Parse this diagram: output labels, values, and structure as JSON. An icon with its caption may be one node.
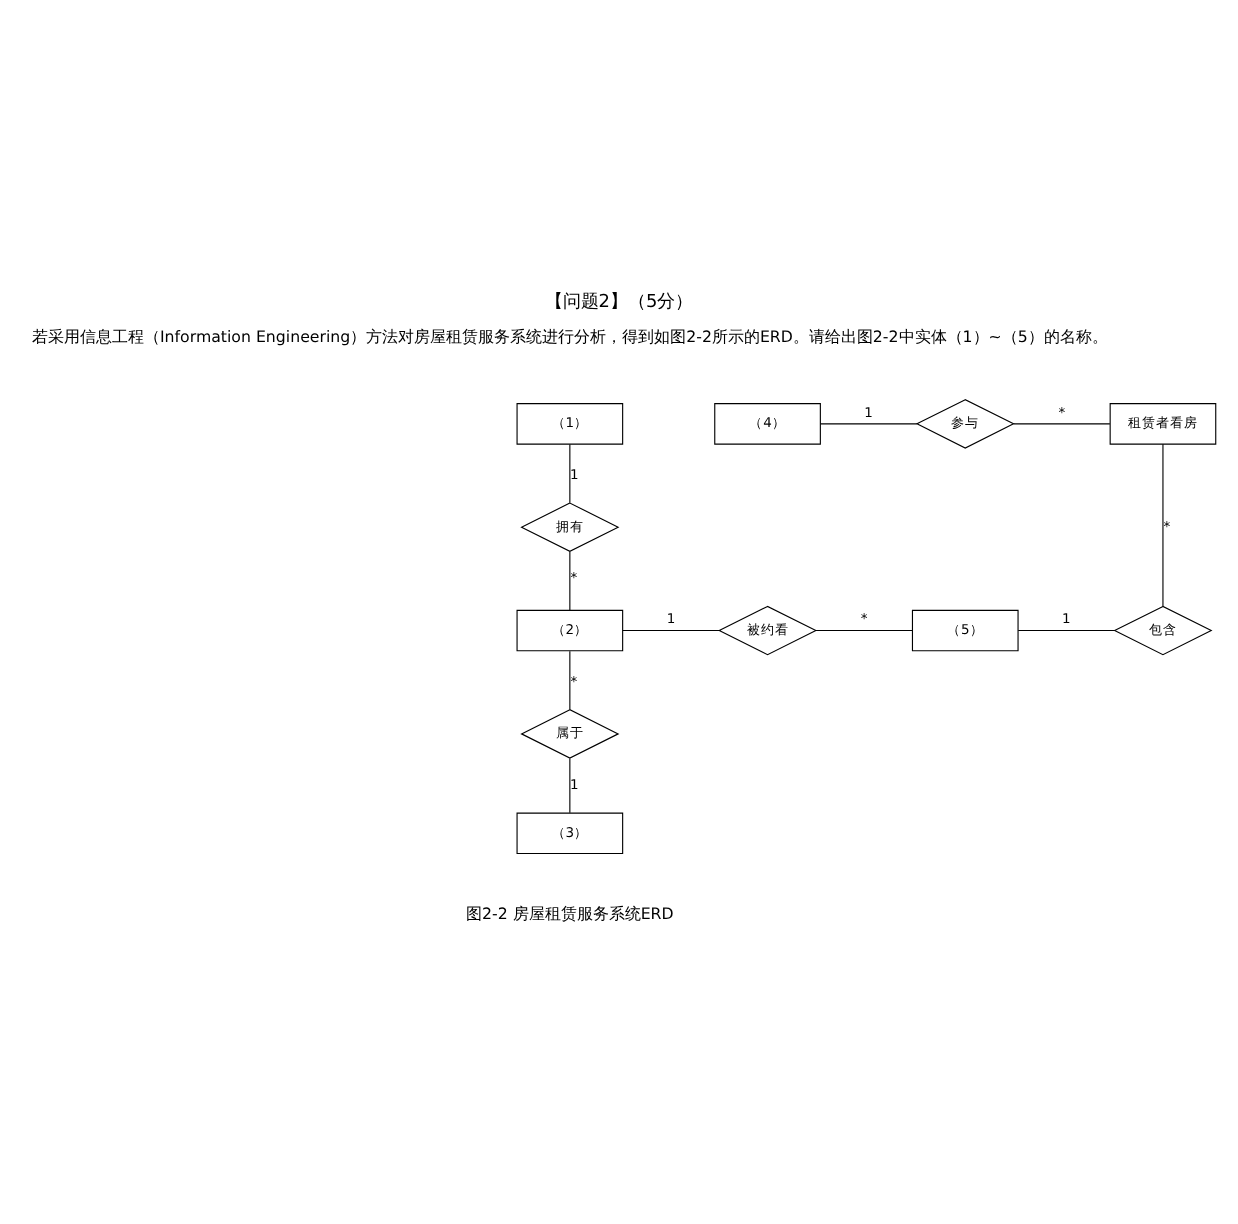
{
  "diagram": {
    "title": "【问题2】（5分）",
    "caption": "图2-2 房屋租赁服务系统ERD",
    "labels": [
      "若采用信息工程（Information Engineering）方法对房屋租赁服务系统进行分析，得到如图2-2所示的ERD。请给出图2-2中实体（1）~（5）的名称。"
    ],
    "nodes": [
      {
        "text": [
          "（1）"
        ]
      },
      {
        "text": [
          "（4）"
        ]
      },
      {
        "text": [
          "参与"
        ]
      },
      {
        "text": [
          "租赁者看房"
        ]
      },
      {
        "text": [
          "拥有"
        ]
      },
      {
        "text": [
          "（2）"
        ]
      },
      {
        "text": [
          "被约看"
        ]
      },
      {
        "text": [
          "（5）"
        ]
      },
      {
        "text": [
          "包含"
        ]
      },
      {
        "text": [
          "属于"
        ]
      },
      {
        "text": [
          "（3）"
        ]
      }
    ],
    "edges": [
      {
        "from": 0,
        "to": 4,
        "arrow": "none",
        "label": "1"
      },
      {
        "from": 4,
        "to": 5,
        "arrow": "none",
        "label": "*"
      },
      {
        "from": 1,
        "to": 2,
        "arrow": "none",
        "label": "1"
      },
      {
        "from": 2,
        "to": 3,
        "arrow": "none",
        "label": "*"
      },
      {
        "from": 3,
        "to": 8,
        "arrow": "none",
        "label": "*"
      },
      {
        "from": 5,
        "to": 6,
        "arrow": "none",
        "label": "1"
      },
      {
        "from": 6,
        "to": 7,
        "arrow": "none",
        "label": "*"
      },
      {
        "from": 7,
        "to": 8,
        "arrow": "none",
        "label": "1"
      },
      {
        "from": 5,
        "to": 9,
        "arrow": "none",
        "label": "*"
      },
      {
        "from": 9,
        "to": 10,
        "arrow": "none",
        "label": "1"
      }
    ]
  }
}
